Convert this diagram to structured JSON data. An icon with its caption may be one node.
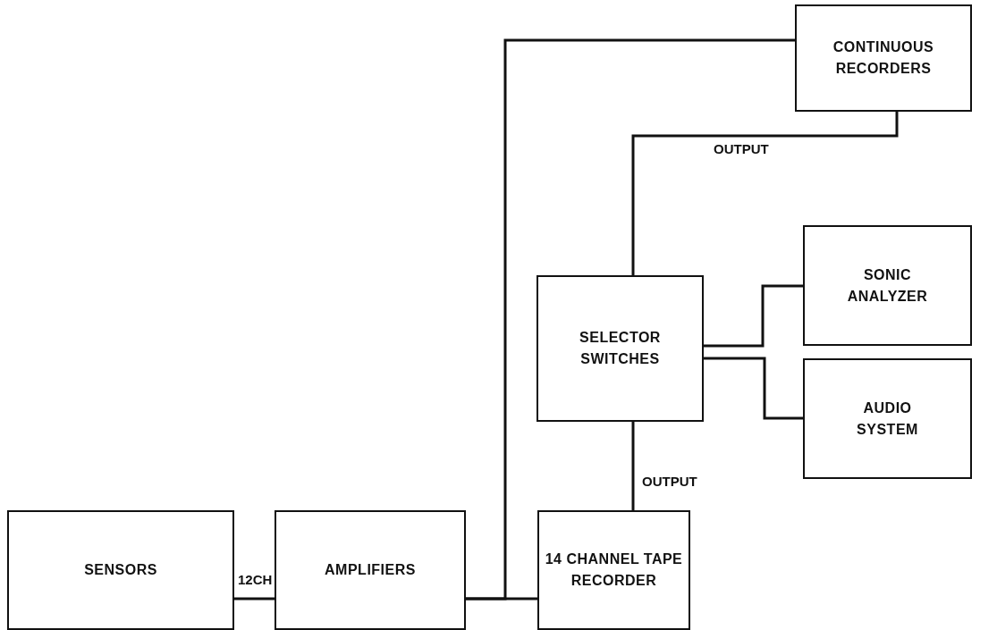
{
  "diagram": {
    "nodes": [
      {
        "text": [
          "SENSORS"
        ]
      },
      {
        "text": [
          "AMPLIFIERS"
        ]
      },
      {
        "text": [
          "14 CHANNEL TAPE RECORDER"
        ]
      },
      {
        "text": [
          "SELECTOR SWITCHES"
        ]
      },
      {
        "text": [
          "CONTINUOUS RECORDERS"
        ]
      },
      {
        "text": [
          "SONIC ANALYZER"
        ]
      },
      {
        "text": [
          "AUDIO SYSTEM"
        ]
      }
    ],
    "edges": [
      {
        "from": 0,
        "to": 1,
        "arrow": "none",
        "label": "12CH"
      },
      {
        "from": 1,
        "to": 2,
        "arrow": "none"
      },
      {
        "from": 1,
        "to": 4,
        "arrow": "none"
      },
      {
        "from": 2,
        "to": 3,
        "arrow": "none",
        "label": "OUTPUT"
      },
      {
        "from": 3,
        "to": 4,
        "arrow": "none",
        "label": "OUTPUT"
      },
      {
        "from": 3,
        "to": 5,
        "arrow": "none"
      },
      {
        "from": 3,
        "to": 6,
        "arrow": "none"
      }
    ]
  }
}
